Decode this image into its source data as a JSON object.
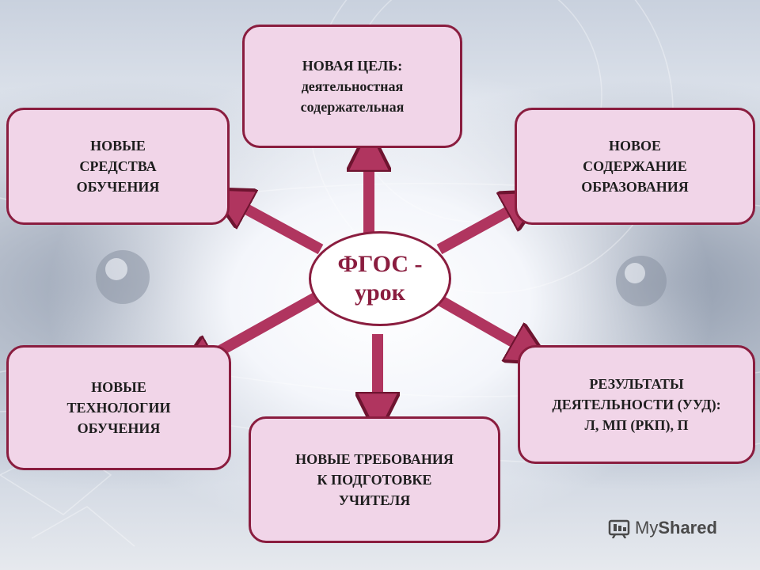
{
  "center": {
    "line1": "ФГОС -",
    "line2": "урок"
  },
  "boxes": {
    "top": {
      "line1": "НОВАЯ ЦЕЛЬ:",
      "line2": "деятельностная",
      "line3": "содержательная"
    },
    "top_left": {
      "line1": "НОВЫЕ",
      "line2": "СРЕДСТВА",
      "line3": "ОБУЧЕНИЯ"
    },
    "top_right": {
      "line1": "НОВОЕ",
      "line2": "СОДЕРЖАНИЕ",
      "line3": "ОБРАЗОВАНИЯ"
    },
    "bottom_left": {
      "line1": "НОВЫЕ",
      "line2": "ТЕХНОЛОГИИ",
      "line3": "ОБУЧЕНИЯ"
    },
    "bottom": {
      "line1": "НОВЫЕ ТРЕБОВАНИЯ",
      "line2": "К ПОДГОТОВКЕ",
      "line3": "УЧИТЕЛЯ"
    },
    "bottom_right": {
      "line1": "РЕЗУЛЬТАТЫ",
      "line2": "ДЕЯТЕЛЬНОСТИ (УУД):",
      "line3": "Л, МП (РКП), П"
    }
  },
  "watermark": {
    "part1": "My",
    "part2": "Shared"
  },
  "colors": {
    "box_fill": "#f1d5e8",
    "border": "#8a1d3f",
    "arrow": "#b0355f",
    "center_text": "#8a1d3f"
  }
}
